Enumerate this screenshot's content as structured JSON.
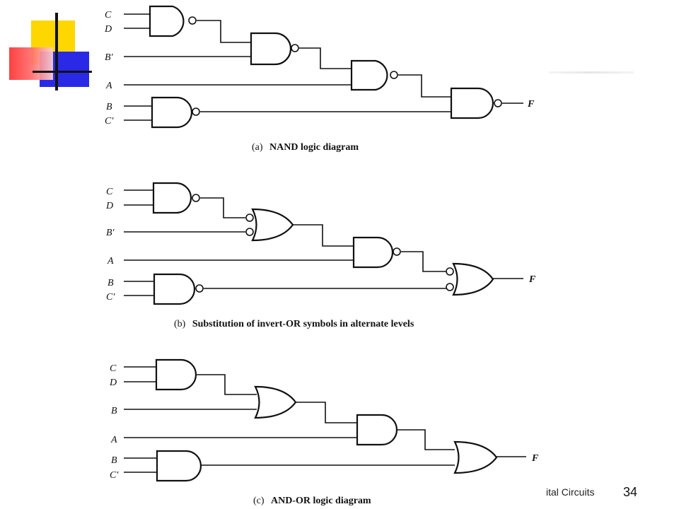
{
  "panels": [
    {
      "caption_letter": "(a)",
      "caption_title": "NAND logic diagram",
      "inputs": [
        "C",
        "D",
        "B′",
        "A",
        "B",
        "C′"
      ],
      "output": "F"
    },
    {
      "caption_letter": "(b)",
      "caption_title": "Substitution of invert-OR symbols in alternate levels",
      "inputs": [
        "C",
        "D",
        "B′",
        "A",
        "B",
        "C′"
      ],
      "output": "F"
    },
    {
      "caption_letter": "(c)",
      "caption_title": "AND-OR logic diagram",
      "inputs": [
        "C",
        "D",
        "B",
        "A",
        "B",
        "C′"
      ],
      "output": "F"
    }
  ],
  "footer": {
    "text": "ital Circuits",
    "page_number": "34"
  },
  "colors": {
    "yellow": "#ffd700",
    "blue": "#2a2ae6",
    "red": "#ff3030"
  }
}
